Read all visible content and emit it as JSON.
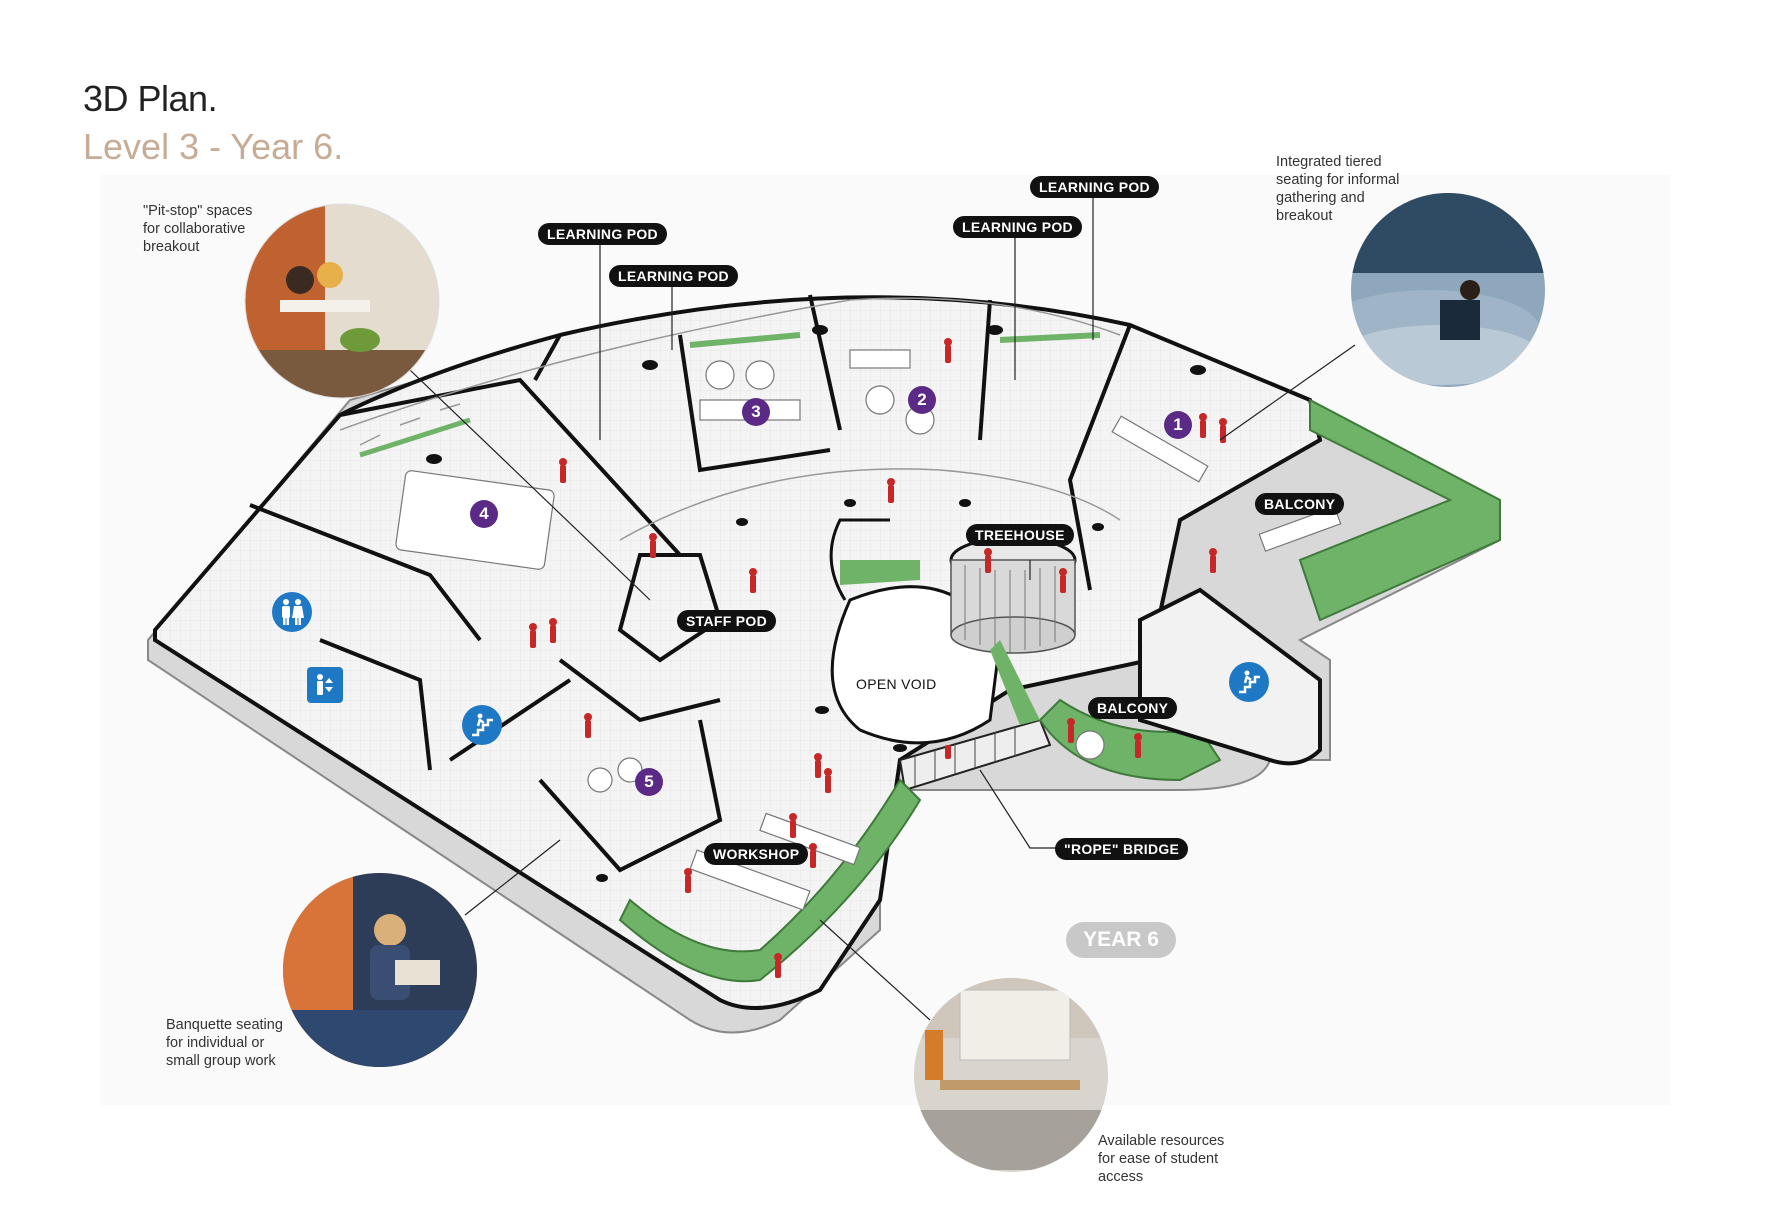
{
  "heading": {
    "title": "3D Plan.",
    "subtitle": "Level 3 - Year 6."
  },
  "captions": {
    "pit_stop": "\"Pit-stop\" spaces\nfor collaborative\nbreakout",
    "tiered": "Integrated tiered\nseating for informal\ngathering and\nbreakout",
    "banquette": "Banquette seating\nfor individual or\nsmall group work",
    "resources": "Available resources\nfor ease of student\naccess"
  },
  "labels": {
    "learning_pod_1": "LEARNING POD",
    "learning_pod_2": "LEARNING POD",
    "learning_pod_3": "LEARNING POD",
    "learning_pod_4": "LEARNING POD",
    "balcony_1": "BALCONY",
    "balcony_2": "BALCONY",
    "treehouse": "TREEHOUSE",
    "staff_pod": "STAFF POD",
    "open_void": "OPEN VOID",
    "workshop": "WORKSHOP",
    "rope_bridge": "\"ROPE\" BRIDGE",
    "year": "YEAR 6"
  },
  "numbers": [
    "1",
    "2",
    "3",
    "4",
    "5"
  ],
  "colors": {
    "accent_purple": "#5b2a86",
    "people_red": "#c62828",
    "icon_blue": "#1f78c4",
    "planting_green": "#5fa85a",
    "wall_black": "#111111",
    "subtitle_tan": "#c7ac95"
  },
  "icons": [
    "toilets-icon",
    "lift-icon",
    "stairs-icon-left",
    "stairs-icon-right"
  ]
}
